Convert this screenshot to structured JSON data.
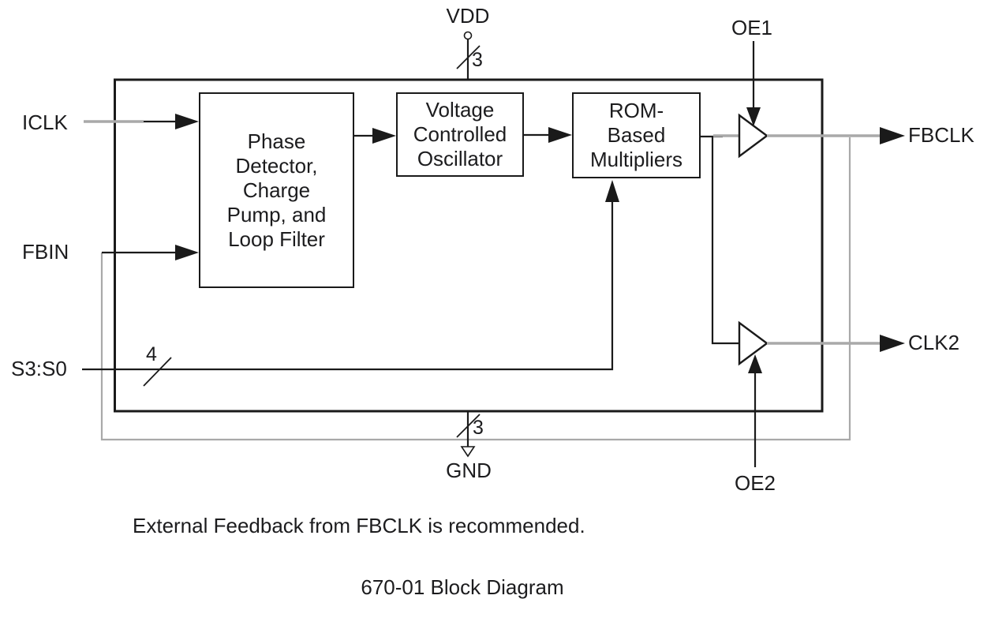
{
  "diagram": {
    "caption": "670-01 Block Diagram",
    "note": "External Feedback from FBCLK is recommended.",
    "blocks": {
      "pll": {
        "label": "Phase\nDetector,\nCharge\nPump, and\nLoop Filter"
      },
      "vco": {
        "label": "Voltage\nControlled\nOscillator"
      },
      "rom": {
        "label": "ROM-\nBased\nMultipliers"
      }
    },
    "ports": {
      "iclk": {
        "label": "ICLK"
      },
      "fbin": {
        "label": "FBIN"
      },
      "s3s0": {
        "label": "S3:S0"
      },
      "vdd": {
        "label": "VDD"
      },
      "gnd": {
        "label": "GND"
      },
      "oe1": {
        "label": "OE1"
      },
      "oe2": {
        "label": "OE2"
      },
      "fbclk": {
        "label": "FBCLK"
      },
      "clk2": {
        "label": "CLK2"
      }
    },
    "bus_widths": {
      "vdd": "3",
      "gnd": "3",
      "select": "4"
    },
    "icons": {
      "output_buffer_1": "buffer-triangle-icon",
      "output_buffer_2": "buffer-triangle-icon",
      "vdd_terminal": "open-circle-terminal-icon",
      "gnd_terminal": "open-arrow-terminal-icon"
    },
    "colors": {
      "line": "#1a1a1a",
      "accent_gray": "#a9a9a9",
      "text": "#1c1c1e",
      "background": "#ffffff"
    }
  }
}
